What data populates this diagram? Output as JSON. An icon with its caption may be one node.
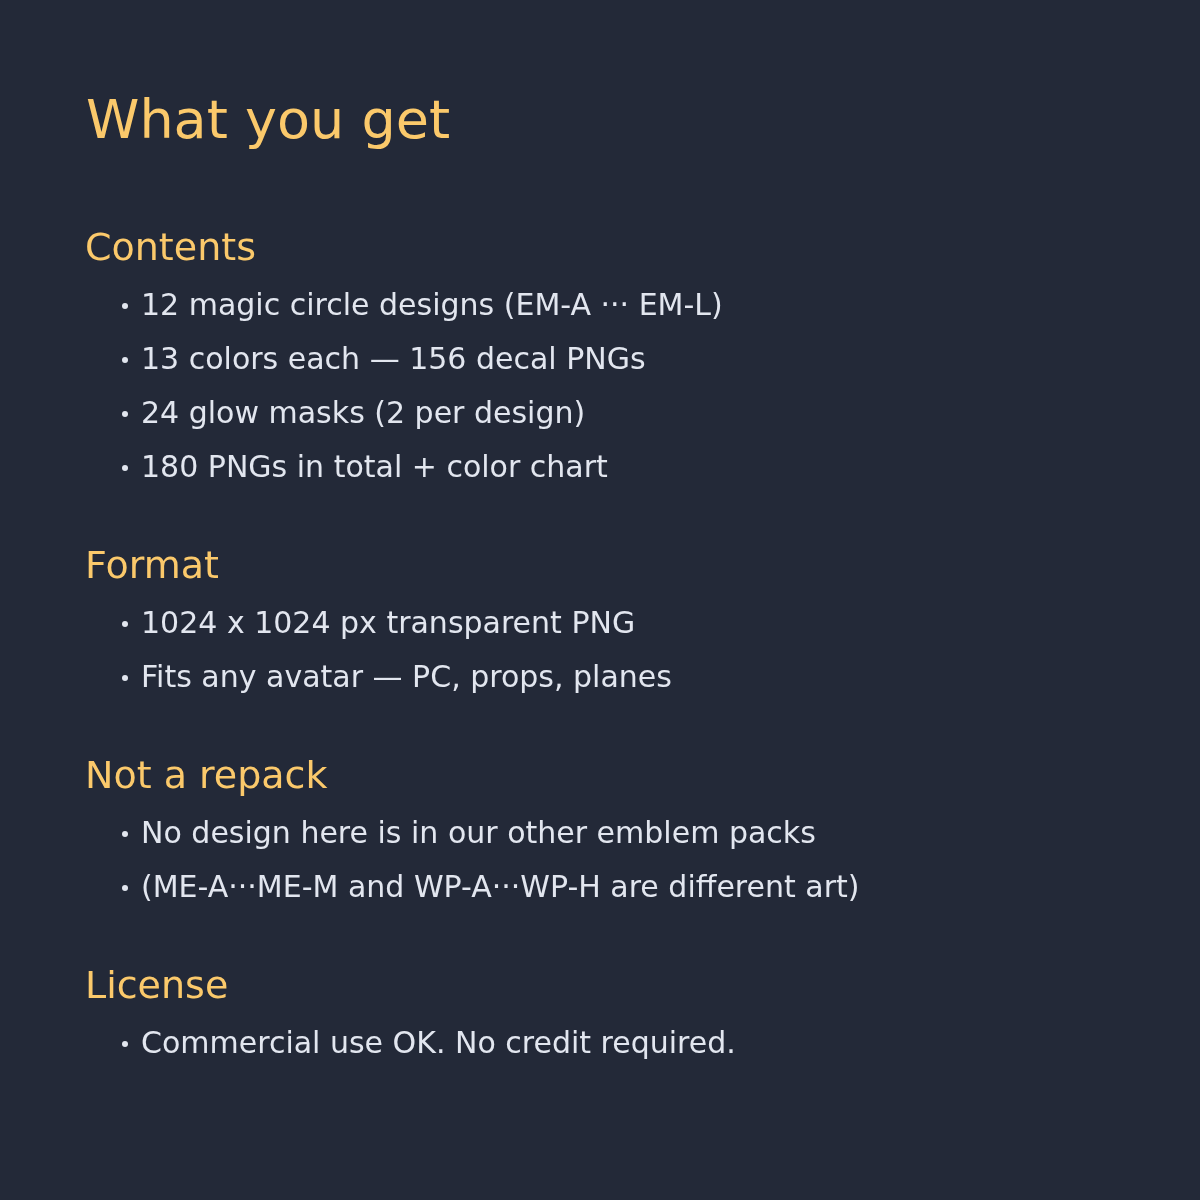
{
  "diagram": {
    "title": "What you get",
    "labels": [
      "Contents",
      "12 magic circle designs (EM-A ··· EM-L)",
      "13 colors each — 156 decal PNGs",
      "24 glow masks (2 per design)",
      "180 PNGs in total + color chart",
      "Format",
      "1024 x 1024 px transparent PNG",
      "Fits any avatar — PC, props, planes",
      "Not a repack",
      "No design here is in our other emblem packs",
      "(ME-A···ME-M and WP-A···WP-H are different art)",
      "License",
      "Commercial use OK. No credit required."
    ]
  }
}
